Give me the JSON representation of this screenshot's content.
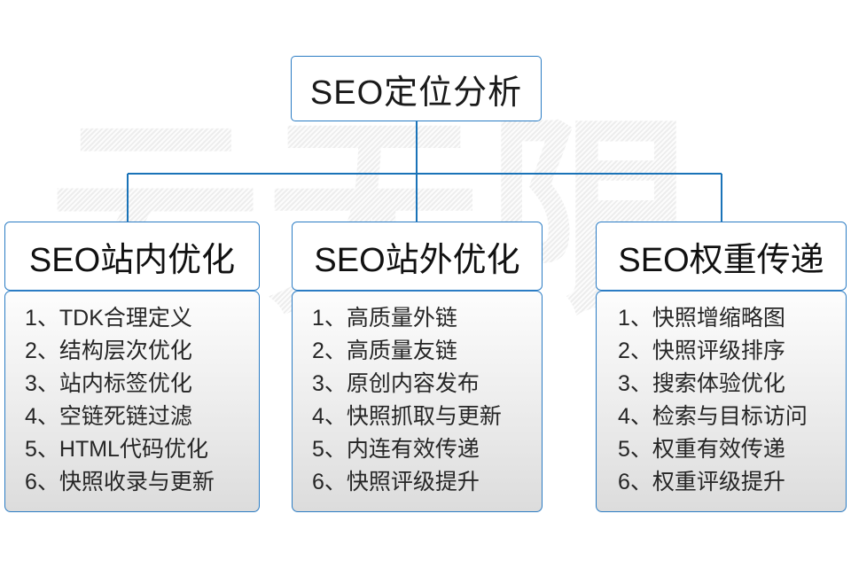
{
  "diagram": {
    "root": {
      "label": "SEO定位分析"
    },
    "branches": [
      {
        "header": "SEO站内优化",
        "items": [
          "1、TDK合理定义",
          "2、结构层次优化",
          "3、站内标签优化",
          "4、空链死链过滤",
          "5、HTML代码优化",
          "6、快照收录与更新"
        ]
      },
      {
        "header": "SEO站外优化",
        "items": [
          "1、高质量外链",
          "2、高质量友链",
          "3、原创内容发布",
          "4、快照抓取与更新",
          "5、内连有效传递",
          "6、快照评级提升"
        ]
      },
      {
        "header": "SEO权重传递",
        "items": [
          "1、快照增缩略图",
          "2、快照评级排序",
          "3、搜索体验优化",
          "4、检索与目标访问",
          "5、权重有效传递",
          "6、权重评级提升"
        ]
      }
    ],
    "watermark": {
      "text": "云无限"
    },
    "colors": {
      "connector": "#1a73b8",
      "border": "#2b7cc4",
      "text": "#1a1a1a",
      "body_gradient_top": "#fdfdfd",
      "body_gradient_bottom": "#dcdcdc",
      "background": "#ffffff",
      "watermark": "#ededed"
    }
  }
}
